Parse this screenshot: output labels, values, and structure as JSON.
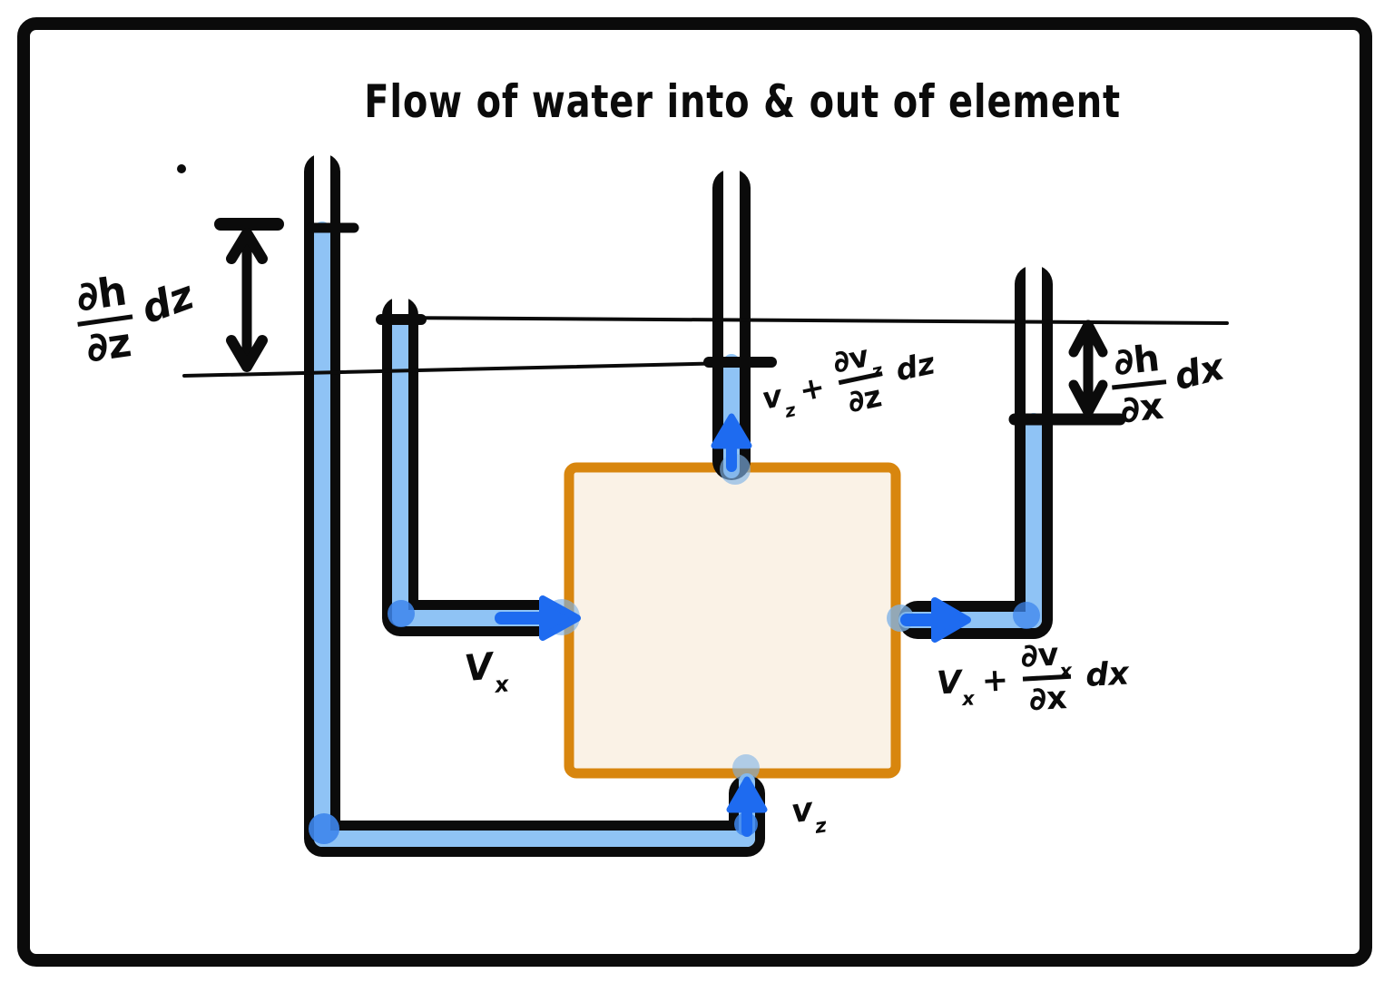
{
  "title": "Flow of water into & out of element",
  "colors": {
    "ink": "#0b0b0b",
    "tube_water": "#8FC3F5",
    "flow_arrow": "#1E6BF0",
    "water_shade": "#3E86EC",
    "water_blob": "#7FB2E6",
    "element_fill": "#FAF2E6",
    "element_stroke": "#D8860E",
    "background": "#FFFFFF"
  },
  "labels": {
    "head_gradient_z": {
      "numerator": "∂h",
      "denominator": "∂z",
      "suffix": "dz"
    },
    "head_gradient_x": {
      "numerator": "∂h",
      "denominator": "∂x",
      "suffix": "dx"
    },
    "inflow_x": {
      "base": "V",
      "sub": "x"
    },
    "inflow_z": {
      "base": "v",
      "sub": "z"
    },
    "outflow_z": {
      "base": "v",
      "sub": "z",
      "operator": "+",
      "frac_num_base": "∂v",
      "frac_num_sub": "z",
      "frac_den": "∂z",
      "suffix": "dz"
    },
    "outflow_x": {
      "base": "V",
      "sub": "x",
      "operator": "+",
      "frac_num_base": "∂v",
      "frac_num_sub": "x",
      "frac_den": "∂x",
      "suffix": "dx"
    }
  }
}
